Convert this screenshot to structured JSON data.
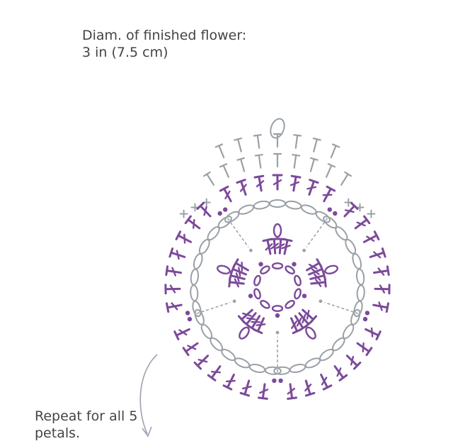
{
  "notes": {
    "diameter": "Diam. of finished flower: 3 in (7.5 cm)",
    "repeat": "Repeat for all 5 petals."
  },
  "colors": {
    "purple": "#7b4a9a",
    "gray": "#9aa0a6",
    "dash": "#9aa3b0",
    "text": "#444444",
    "background": "#ffffff"
  },
  "petal_count": 5
}
